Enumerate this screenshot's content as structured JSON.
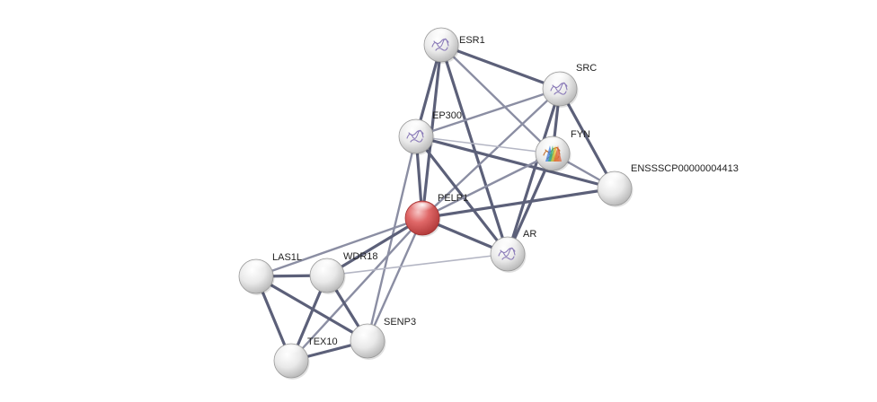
{
  "network": {
    "nodes": [
      {
        "id": "ESR1",
        "label": "ESR1",
        "kind": "structure",
        "color": "#ffffff"
      },
      {
        "id": "SRC",
        "label": "SRC",
        "kind": "structure",
        "color": "#ffffff"
      },
      {
        "id": "EP300",
        "label": "EP300",
        "kind": "structure",
        "color": "#ffffff"
      },
      {
        "id": "FYN",
        "label": "FYN",
        "kind": "structure-colored",
        "color": "#ffffff"
      },
      {
        "id": "ENSSSCP00000004413",
        "label": "ENSSSCP00000004413",
        "kind": "plain",
        "color": "#ffffff"
      },
      {
        "id": "PELP1",
        "label": "PELP1",
        "kind": "query",
        "color": "#e05a5a"
      },
      {
        "id": "AR",
        "label": "AR",
        "kind": "structure",
        "color": "#ffffff"
      },
      {
        "id": "LAS1L",
        "label": "LAS1L",
        "kind": "plain",
        "color": "#ffffff"
      },
      {
        "id": "WDR18",
        "label": "WDR18",
        "kind": "plain",
        "color": "#ffffff"
      },
      {
        "id": "SENP3",
        "label": "SENP3",
        "kind": "plain",
        "color": "#ffffff"
      },
      {
        "id": "TEX10",
        "label": "TEX10",
        "kind": "plain",
        "color": "#ffffff"
      }
    ],
    "edges": [
      {
        "a": "ESR1",
        "b": "SRC",
        "strength": "strong"
      },
      {
        "a": "ESR1",
        "b": "EP300",
        "strength": "strong"
      },
      {
        "a": "ESR1",
        "b": "PELP1",
        "strength": "strong"
      },
      {
        "a": "ESR1",
        "b": "FYN",
        "strength": "medium"
      },
      {
        "a": "ESR1",
        "b": "AR",
        "strength": "strong"
      },
      {
        "a": "SRC",
        "b": "FYN",
        "strength": "strong"
      },
      {
        "a": "SRC",
        "b": "EP300",
        "strength": "medium"
      },
      {
        "a": "SRC",
        "b": "ENSSSCP00000004413",
        "strength": "strong"
      },
      {
        "a": "SRC",
        "b": "AR",
        "strength": "strong"
      },
      {
        "a": "SRC",
        "b": "PELP1",
        "strength": "medium"
      },
      {
        "a": "EP300",
        "b": "FYN",
        "strength": "light"
      },
      {
        "a": "EP300",
        "b": "ENSSSCP00000004413",
        "strength": "strong"
      },
      {
        "a": "EP300",
        "b": "PELP1",
        "strength": "strong"
      },
      {
        "a": "EP300",
        "b": "AR",
        "strength": "strong"
      },
      {
        "a": "EP300",
        "b": "SENP3",
        "strength": "medium"
      },
      {
        "a": "FYN",
        "b": "ENSSSCP00000004413",
        "strength": "medium"
      },
      {
        "a": "FYN",
        "b": "AR",
        "strength": "strong"
      },
      {
        "a": "FYN",
        "b": "PELP1",
        "strength": "medium"
      },
      {
        "a": "PELP1",
        "b": "ENSSSCP00000004413",
        "strength": "strong"
      },
      {
        "a": "PELP1",
        "b": "AR",
        "strength": "strong"
      },
      {
        "a": "PELP1",
        "b": "LAS1L",
        "strength": "medium"
      },
      {
        "a": "PELP1",
        "b": "WDR18",
        "strength": "strong"
      },
      {
        "a": "PELP1",
        "b": "SENP3",
        "strength": "medium"
      },
      {
        "a": "PELP1",
        "b": "TEX10",
        "strength": "medium"
      },
      {
        "a": "WDR18",
        "b": "AR",
        "strength": "light"
      },
      {
        "a": "LAS1L",
        "b": "WDR18",
        "strength": "strong"
      },
      {
        "a": "LAS1L",
        "b": "SENP3",
        "strength": "strong"
      },
      {
        "a": "LAS1L",
        "b": "TEX10",
        "strength": "strong"
      },
      {
        "a": "WDR18",
        "b": "SENP3",
        "strength": "strong"
      },
      {
        "a": "WDR18",
        "b": "TEX10",
        "strength": "strong"
      },
      {
        "a": "SENP3",
        "b": "TEX10",
        "strength": "strong"
      }
    ],
    "edge_colors": {
      "strong": "#5c6079",
      "medium": "#8b8ea3",
      "light": "#b4b6c4"
    }
  }
}
